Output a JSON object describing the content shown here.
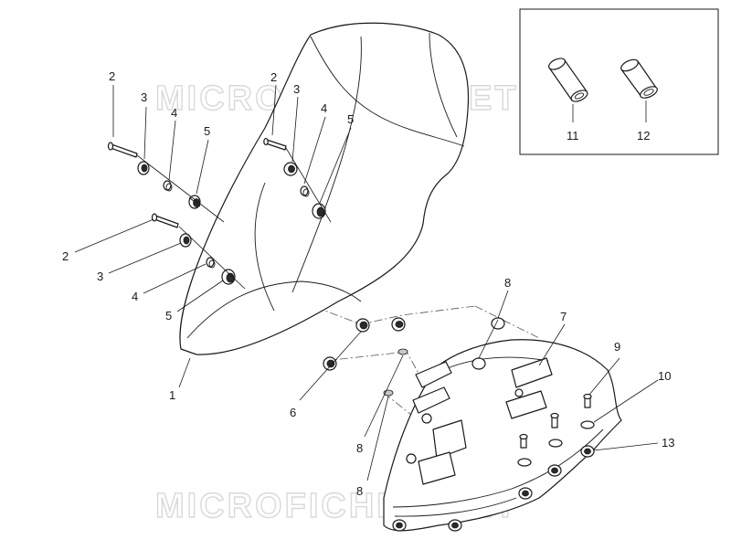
{
  "watermark": {
    "top": "MICROFICHES.NET",
    "bottom": "MICROFICHES.NET"
  },
  "inset": {
    "label_11": "11",
    "label_12": "12"
  },
  "callouts": {
    "c1": "1",
    "c2a": "2",
    "c2b": "2",
    "c2c": "2",
    "c3a": "3",
    "c3b": "3",
    "c3c": "3",
    "c4a": "4",
    "c4b": "4",
    "c4c": "4",
    "c5a": "5",
    "c5b": "5",
    "c5c": "5",
    "c6": "6",
    "c7": "7",
    "c8a": "8",
    "c8b": "8",
    "c8c": "8",
    "c9": "9",
    "c10": "10",
    "c13": "13"
  }
}
